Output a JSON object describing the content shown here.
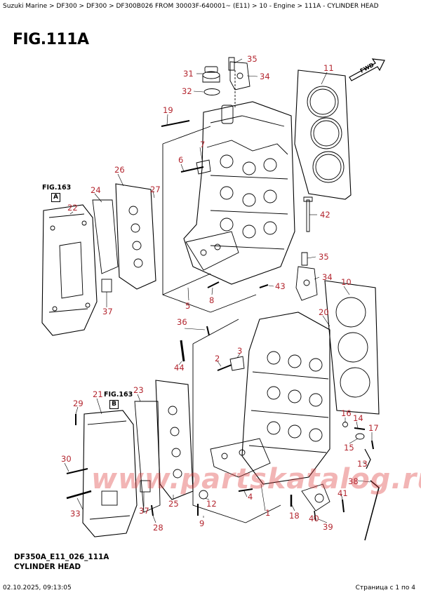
{
  "breadcrumb": "Suzuki Marine > DF300 > DF300 > DF300B026 FROM 30003F-640001~ (E11) > 10 - Engine > 111A - CYLINDER HEAD",
  "figure_title": "FIG.111A",
  "figure_code": "DF350A_E11_026_111A",
  "figure_caption": "CYLINDER HEAD",
  "fwd_label": "FWD",
  "watermark": "www.partskatalog.ru",
  "fig_ref": {
    "a_label": "FIG.163",
    "a_box": "A",
    "b_label": "FIG.163",
    "b_box": "B"
  },
  "callouts": {
    "c35a": "35",
    "c31": "31",
    "c34a": "34",
    "c11": "11",
    "c32": "32",
    "c19": "19",
    "c7": "7",
    "c6": "6",
    "c26": "26",
    "c27": "27",
    "c24": "24",
    "c22": "22",
    "c42": "42",
    "c35b": "35",
    "c34b": "34",
    "c10": "10",
    "c43": "43",
    "c8": "8",
    "c5": "5",
    "c37a": "37",
    "c20": "20",
    "c36": "36",
    "c2": "2",
    "c3": "3",
    "c44": "44",
    "c21": "21",
    "c23": "23",
    "c29": "29",
    "c16": "16",
    "c14": "14",
    "c17": "17",
    "c15": "15",
    "c13": "13",
    "c30": "30",
    "c38": "38",
    "c41": "41",
    "c37b": "37",
    "c25": "25",
    "c9": "9",
    "c12": "12",
    "c4": "4",
    "c1": "1",
    "c18": "18",
    "c40": "40",
    "c39": "39",
    "c33": "33",
    "c28": "28"
  },
  "footer": {
    "datetime": "02.10.2025, 09:13:05",
    "page": "Страница с 1 по 4"
  }
}
